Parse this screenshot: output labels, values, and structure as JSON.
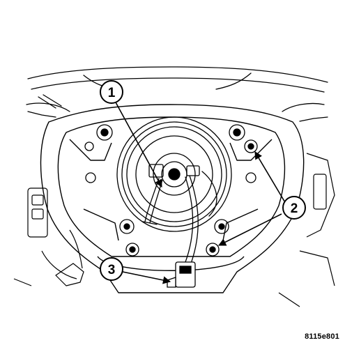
{
  "diagram": {
    "callouts": [
      {
        "label": "1"
      },
      {
        "label": "2"
      },
      {
        "label": "3"
      }
    ],
    "figure_id": "8115e801",
    "colors": {
      "ink": "#000000",
      "background": "#ffffff"
    }
  }
}
